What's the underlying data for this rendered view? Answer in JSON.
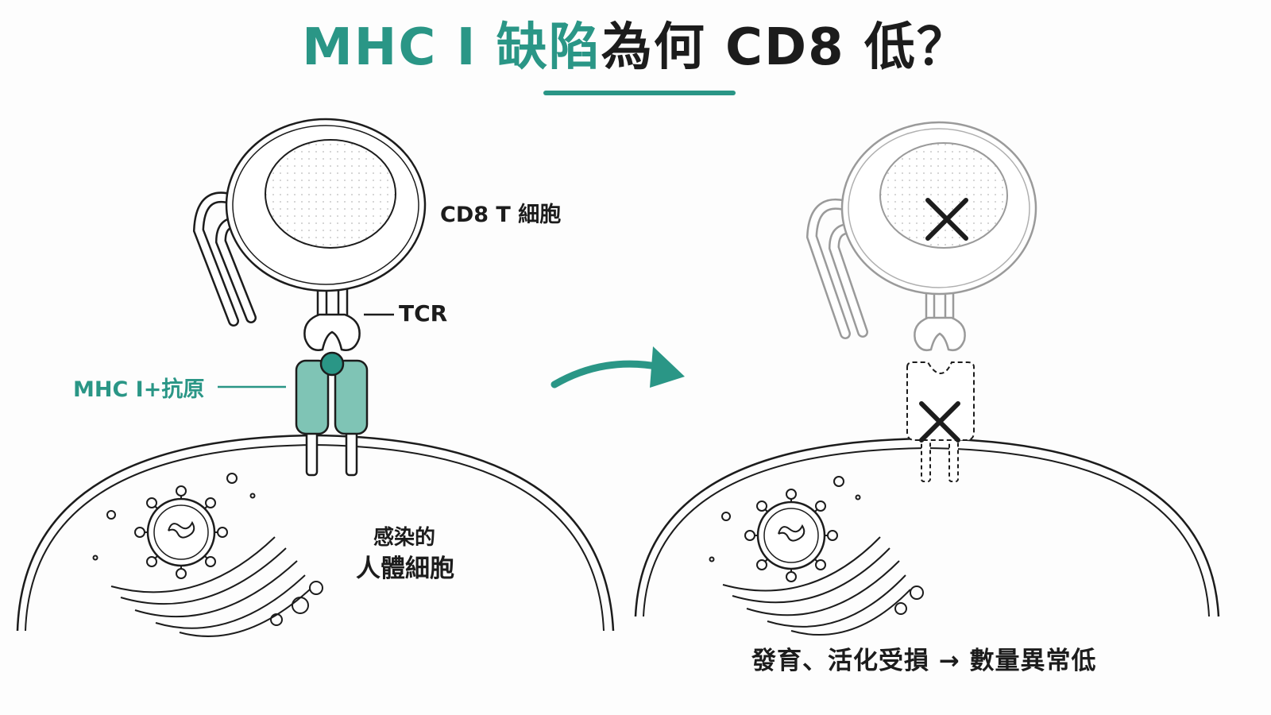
{
  "title": {
    "accent_part": "MHC I 缺陷",
    "dark_part": "為何 CD8 低？"
  },
  "labels": {
    "cd8_t_cell": "CD8 T 細胞",
    "tcr": "TCR",
    "mhc_antigen": "MHC I+抗原",
    "infected_cell_line1": "感染的",
    "infected_cell_line2": "人體細胞",
    "result": "發育、活化受損 → 數量異常低"
  },
  "colors": {
    "accent": "#2a9686",
    "mhc_fill": "#7fc4b5",
    "ink": "#1c1c1c",
    "faded": "#9a9a9a"
  }
}
